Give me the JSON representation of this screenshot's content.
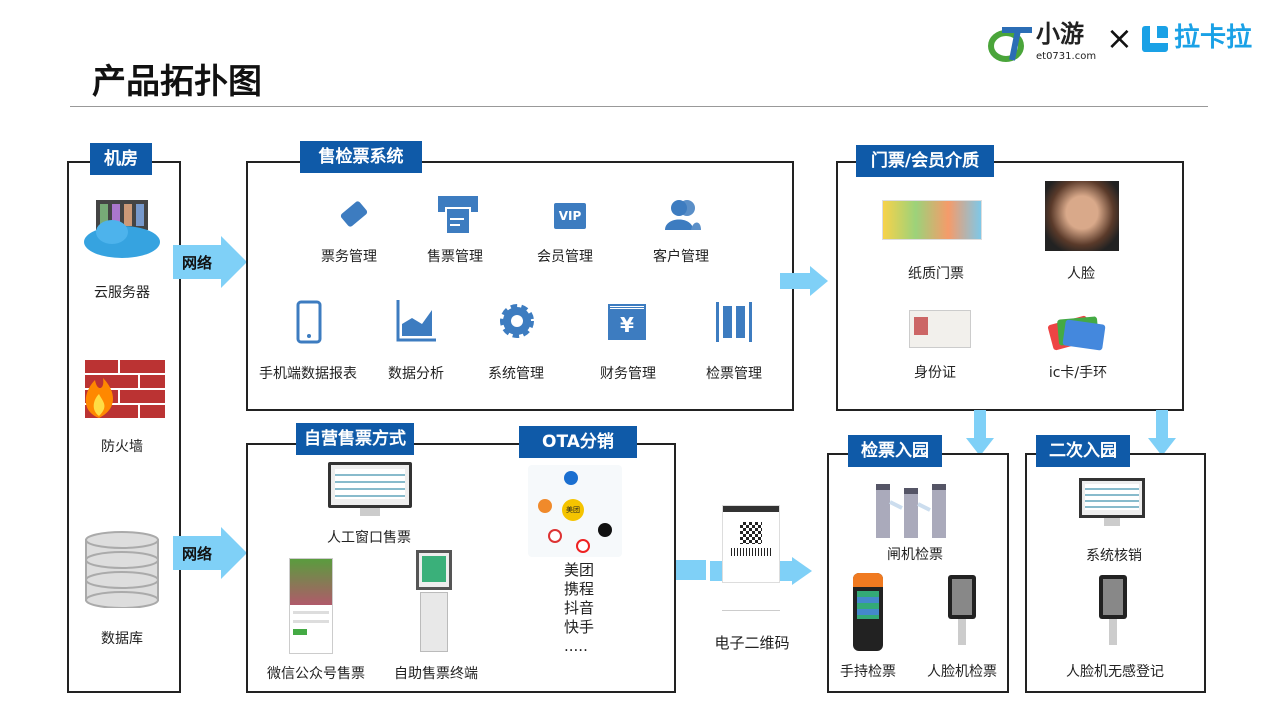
{
  "title": "产品拓扑图",
  "logos": {
    "xiaoyou": "小游",
    "xiaoyou_domain": "et0731.com",
    "cross": "×",
    "lakala": "拉卡拉"
  },
  "colors": {
    "tag": "#0f5aa8",
    "arrow": "#7fd0f7",
    "icon": "#3d7cc0"
  },
  "server_room": {
    "tag": "机房",
    "items": [
      "云服务器",
      "防火墙",
      "数据库"
    ]
  },
  "network_label": "网络",
  "ticket_system": {
    "tag": "售检票系统",
    "row1": [
      "票务管理",
      "售票管理",
      "会员管理",
      "客户管理"
    ],
    "row2": [
      "手机端数据报表",
      "数据分析",
      "系统管理",
      "财务管理",
      "检票管理"
    ],
    "vip": "VIP",
    "yen": "¥"
  },
  "media": {
    "tag": "门票/会员介质",
    "items": [
      "纸质门票",
      "人脸",
      "身份证",
      "ic卡/手环"
    ]
  },
  "self_sale": {
    "tag": "自营售票方式",
    "items": [
      "人工窗口售票",
      "微信公众号售票",
      "自助售票终端"
    ]
  },
  "ota": {
    "tag": "OTA分销",
    "channels": [
      "美团",
      "携程",
      "抖音",
      "快手",
      "....."
    ],
    "meituan_badge": "美团"
  },
  "qr": {
    "label": "电子二维码"
  },
  "entry": {
    "tag": "检票入园",
    "items": [
      "闸机检票",
      "手持检票",
      "人脸机检票"
    ]
  },
  "reentry": {
    "tag": "二次入园",
    "items": [
      "系统核销",
      "人脸机无感登记"
    ]
  }
}
